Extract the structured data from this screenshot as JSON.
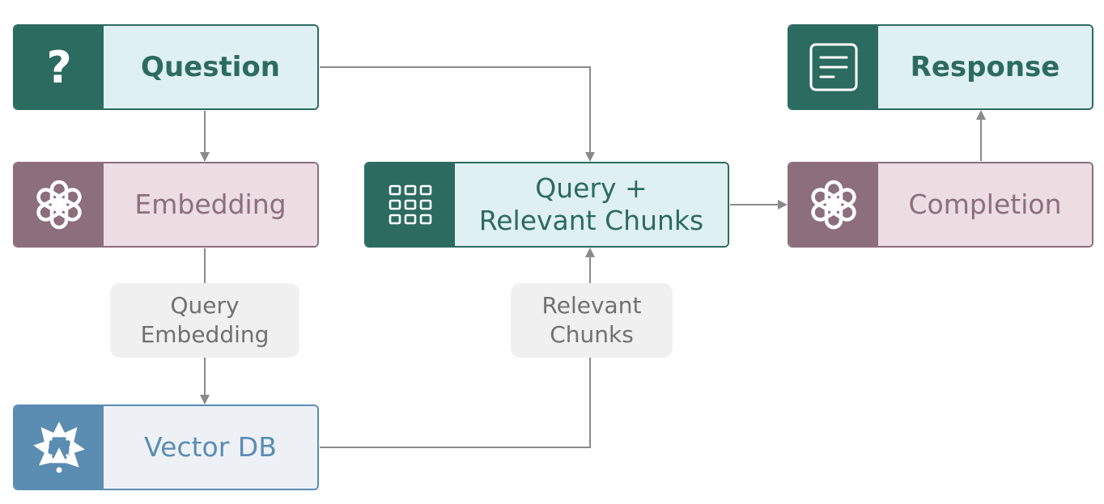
{
  "nodes": {
    "question": {
      "label": "Question",
      "icon": "question-mark-icon",
      "icon_glyph": "?"
    },
    "embedding": {
      "label": "Embedding",
      "icon": "openai-logo-icon"
    },
    "vector_db": {
      "label": "Vector DB",
      "icon": "vector-arrows-icon"
    },
    "query_chunks": {
      "label_line1": "Query +",
      "label_line2": "Relevant Chunks",
      "icon": "grid-icon"
    },
    "response": {
      "label": "Response",
      "icon": "document-icon"
    },
    "completion": {
      "label": "Completion",
      "icon": "openai-logo-icon"
    }
  },
  "edge_labels": {
    "query_embedding": {
      "line1": "Query",
      "line2": "Embedding"
    },
    "relevant_chunks": {
      "line1": "Relevant",
      "line2": "Chunks"
    }
  },
  "colors": {
    "teal": "#2c6b5f",
    "teal_light": "#dff0f2",
    "mauve": "#8c6e7c",
    "mauve_light": "#ebdde2",
    "blue": "#5b8cb2",
    "blue_light": "#edf1f6",
    "connector": "#8a8a8a",
    "pill_bg": "#f0f0f0"
  }
}
